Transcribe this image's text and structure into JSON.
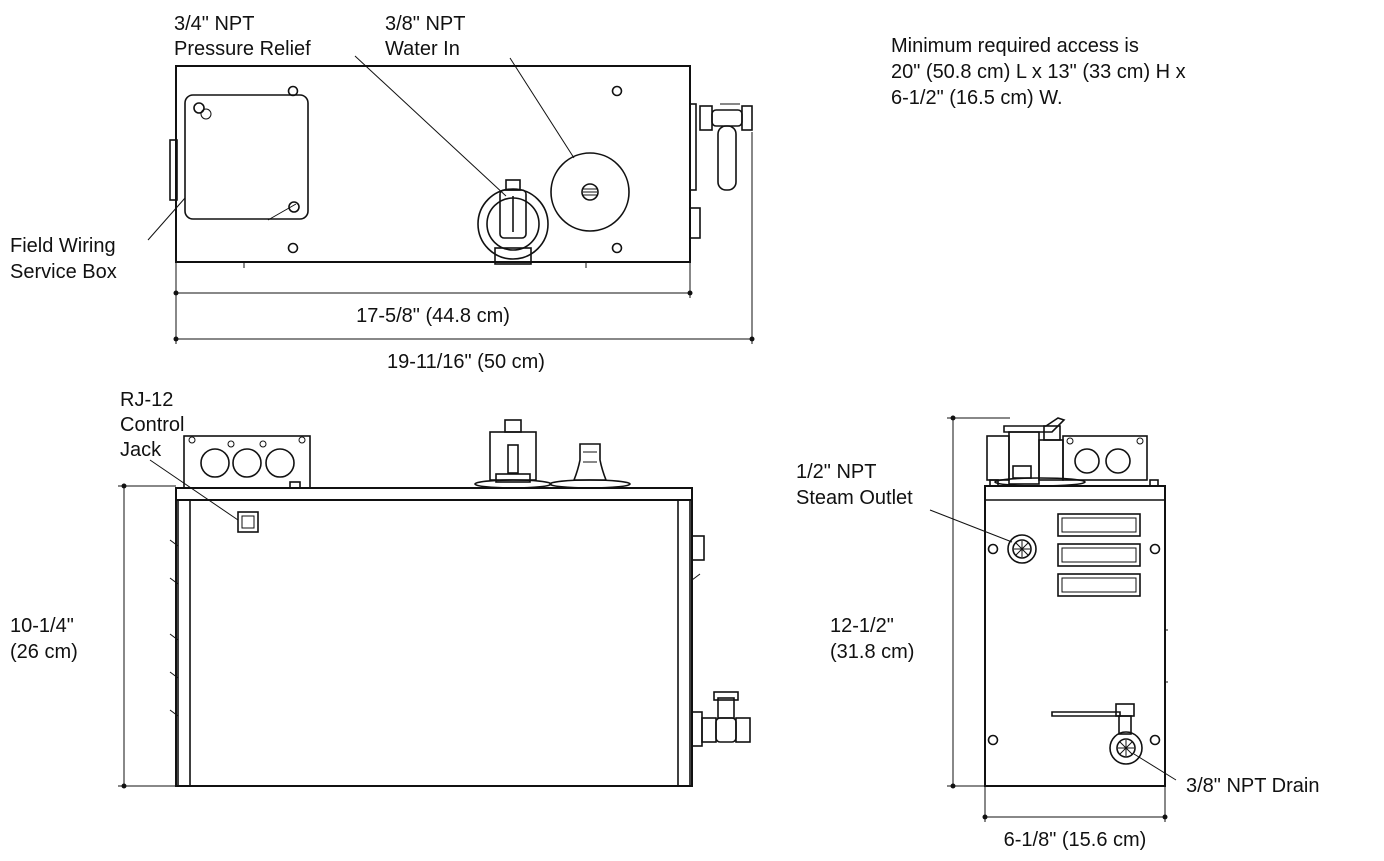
{
  "labels": {
    "pressure_relief_1": "3/4\" NPT",
    "pressure_relief_2": "Pressure Relief",
    "water_in_1": "3/8\" NPT",
    "water_in_2": "Water In",
    "access_1": "Minimum required access is",
    "access_2": "20\" (50.8 cm) L x 13\" (33 cm) H x",
    "access_3": "6-1/2\" (16.5 cm) W.",
    "field_wiring_1": "Field Wiring",
    "field_wiring_2": "Service Box",
    "dim_inner_width": "17-5/8\" (44.8 cm)",
    "dim_outer_width": "19-11/16\" (50 cm)",
    "rj12_1": "RJ-12",
    "rj12_2": "Control",
    "rj12_3": "Jack",
    "height_front_1": "10-1/4\"",
    "height_front_2": "(26 cm)",
    "steam_outlet_1": "1/2\" NPT",
    "steam_outlet_2": "Steam Outlet",
    "height_side_1": "12-1/2\"",
    "height_side_2": "(31.8 cm)",
    "drain": "3/8\" NPT Drain",
    "dim_side_width": "6-1/8\" (15.6 cm)"
  }
}
